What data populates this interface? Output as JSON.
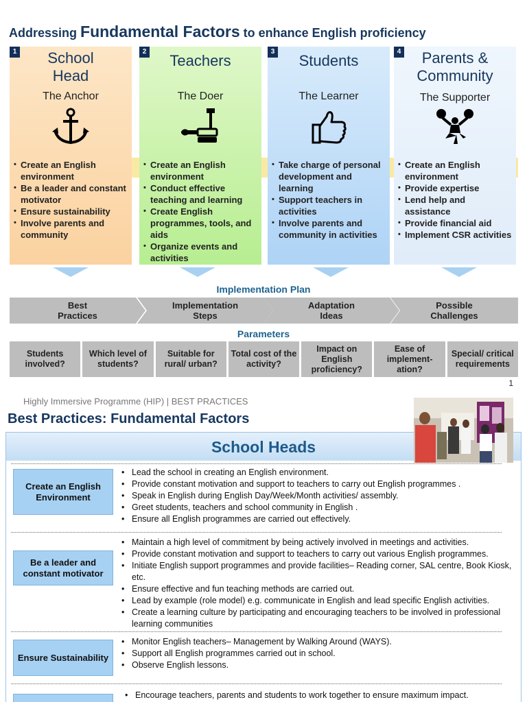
{
  "page1": {
    "title": {
      "prefix": "Addressing ",
      "emphasis": "Fundamental Factors",
      "suffix": " to enhance English proficiency"
    },
    "columns": [
      {
        "number": "1",
        "heading_line1": "School",
        "heading_line2": "Head",
        "role": "The Anchor",
        "icon": "anchor-icon",
        "color": "#fbd2a0",
        "items": [
          "Create an English environment",
          "Be a leader and constant motivator",
          "Ensure sustainability",
          "Involve parents and community"
        ]
      },
      {
        "number": "2",
        "heading_line1": "Teachers",
        "heading_line2": "",
        "role": "The Doer",
        "icon": "tools-icon",
        "color": "#b7ee91",
        "items": [
          "Create an English environment",
          "Conduct effective teaching and learning",
          "Create English programmes, tools, and aids",
          "Organize events and activities"
        ]
      },
      {
        "number": "3",
        "heading_line1": "Students",
        "heading_line2": "",
        "role": "The Learner",
        "icon": "thumbs-up-icon",
        "color": "#aed3f6",
        "items": [
          "Take charge of personal development and learning",
          "Support teachers in activities",
          "Involve parents and community in activities"
        ]
      },
      {
        "number": "4",
        "heading_line1": "Parents &",
        "heading_line2": "Community",
        "role": "The Supporter",
        "icon": "cheerleader-icon",
        "color": "#e0ecf9",
        "items": [
          "Create an English environment",
          "Provide expertise",
          "Lend help and assistance",
          "Provide financial aid",
          "Implement CSR activities"
        ]
      }
    ],
    "implementation_plan": {
      "label": "Implementation Plan",
      "steps": [
        "Best\nPractices",
        "Implementation\nSteps",
        "Adaptation\nIdeas",
        "Possible\nChallenges"
      ]
    },
    "parameters": {
      "label": "Parameters",
      "items": [
        "Students involved?",
        "Which level of students?",
        "Suitable for rural/ urban?",
        "Total cost of the activity?",
        "Impact on English proficiency?",
        "Ease of implement-ation?",
        "Special/ critical requirements"
      ]
    },
    "page_number": "1"
  },
  "page2": {
    "header_label": "Highly Immersive Programme (HIP) | BEST PRACTICES",
    "title": "Best Practices: Fundamental Factors",
    "banner": "School Heads",
    "factors": [
      {
        "label": "Create an English Environment",
        "bullets": [
          "Lead the school in creating an English environment.",
          "Provide constant motivation and support to teachers to carry out English programmes .",
          "Speak in English during English Day/Week/Month activities/ assembly.",
          "Greet students, teachers and school community in English .",
          "Ensure all English programmes are carried out effectively."
        ]
      },
      {
        "label": "Be a leader and constant motivator",
        "bullets": [
          "Maintain a high level of commitment by being actively involved in meetings and activities.",
          "Provide constant motivation and support to teachers to carry out various English programmes.",
          "Initiate English support programmes and provide facilities– Reading corner, SAL centre, Book Kiosk, etc.",
          "Ensure effective and fun teaching methods are carried out.",
          "Lead by example (role model) e.g. communicate in English and lead specific English activities.",
          "Create a learning culture by participating  and encouraging teachers to be involved in professional learning communities"
        ]
      },
      {
        "label": "Ensure Sustainability",
        "bullets": [
          "Monitor English teachers– Management by Walking Around  (WAYS).",
          "Support all English programmes carried out in school.",
          "Observe English lessons."
        ]
      },
      {
        "label": "",
        "bullets": [
          "Encourage teachers, parents and students to work together to ensure maximum impact."
        ]
      }
    ]
  }
}
